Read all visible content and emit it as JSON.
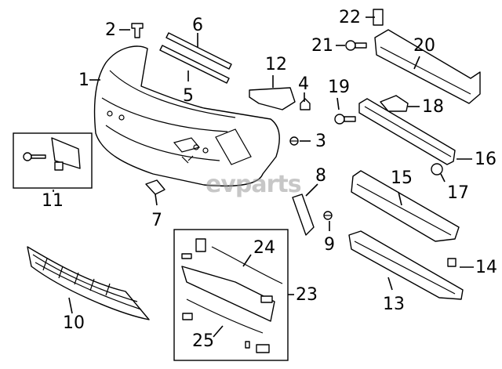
{
  "diagram": {
    "watermark": "evparts",
    "callouts": {
      "c1": "1",
      "c2": "2",
      "c3": "3",
      "c4": "4",
      "c5": "5",
      "c6": "6",
      "c7": "7",
      "c8": "8",
      "c9": "9",
      "c10": "10",
      "c11": "11",
      "c12": "12",
      "c13": "13",
      "c14": "14",
      "c15": "15",
      "c16": "16",
      "c17": "17",
      "c18": "18",
      "c19": "19",
      "c20": "20",
      "c21": "21",
      "c22": "22",
      "c23": "23",
      "c24": "24",
      "c25": "25"
    }
  }
}
